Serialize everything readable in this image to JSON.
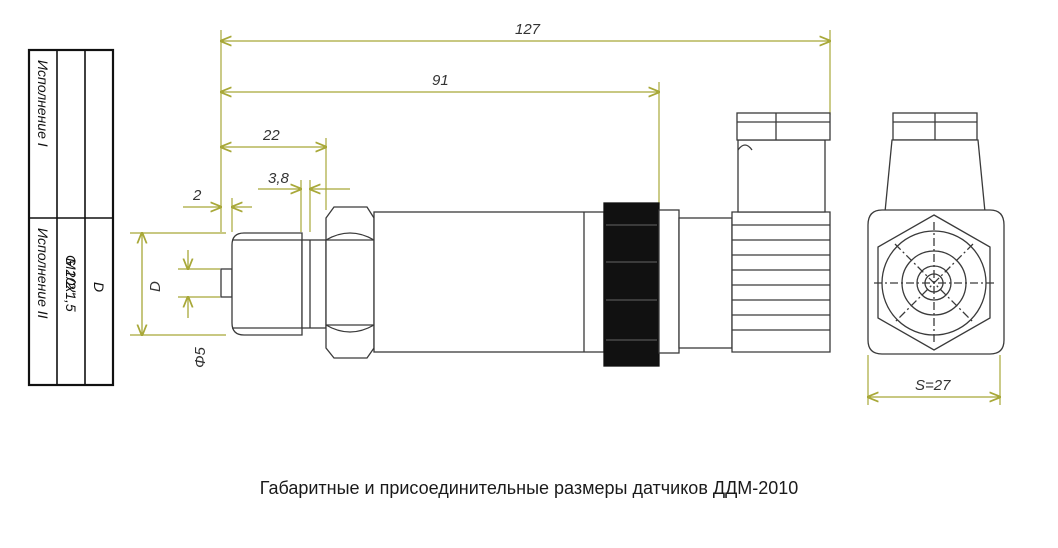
{
  "dimensions": {
    "total_length": "127",
    "body_length": "91",
    "thread_length": "22",
    "groove": "3,8",
    "tip": "2",
    "diameter_label": "D",
    "channel_diameter": "Φ5",
    "wrench_size": "S=27"
  },
  "table": {
    "header": [
      "D"
    ],
    "rows": [
      {
        "name": "Исполнение I",
        "value": "M20x1,5"
      },
      {
        "name": "Исполнение II",
        "value": "G 1/2\""
      }
    ]
  },
  "caption": "Габаритные и присоединительные размеры датчиков ДДМ-2010",
  "colors": {
    "dimension_line": "#a8a838",
    "outline": "#3a3a3a",
    "nut": "#111111"
  }
}
